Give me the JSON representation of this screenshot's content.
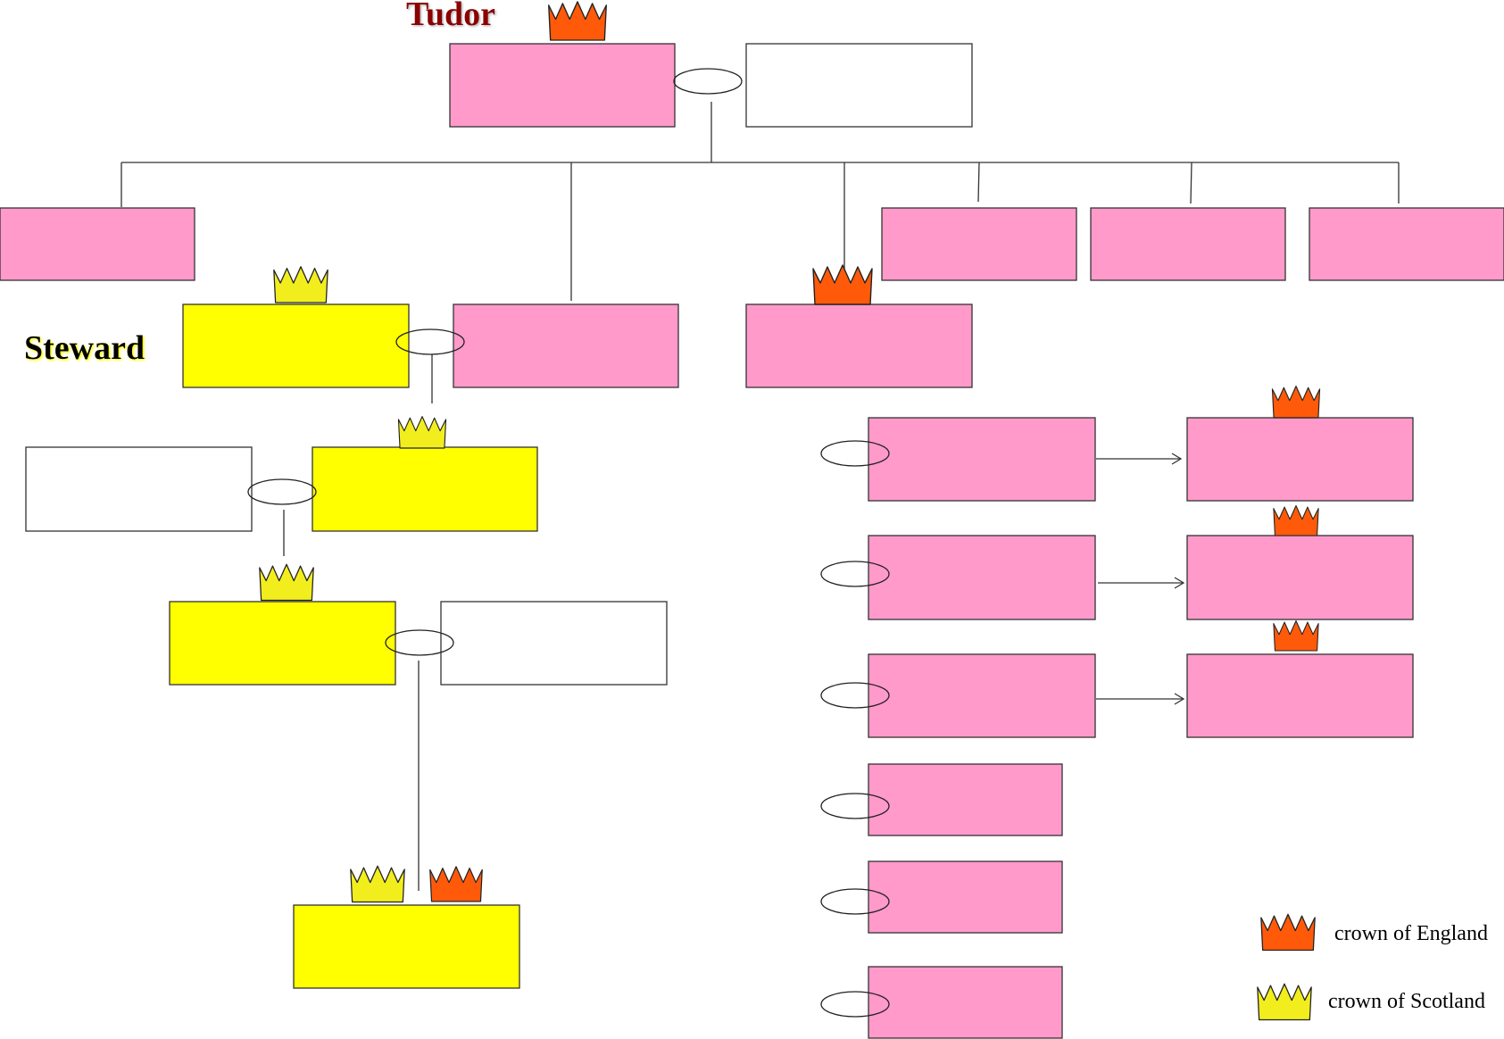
{
  "labels": {
    "tudor": "Tudor",
    "steward": "Steward"
  },
  "legend": {
    "england": "crown of England",
    "scotland": "crown of Scotland"
  },
  "colors": {
    "tudor_box": "#ff9acb",
    "steward_box": "#ffff00",
    "spouse_box": "#ffffff",
    "crown_england": "#ff5a0a",
    "crown_scotland": "#f2ee1e",
    "tudor_label": "#8b0000",
    "steward_label": "#000000"
  },
  "icons": {
    "crown_england": "crown-england-icon",
    "crown_scotland": "crown-scotland-icon",
    "marriage": "marriage-ring-icon"
  }
}
